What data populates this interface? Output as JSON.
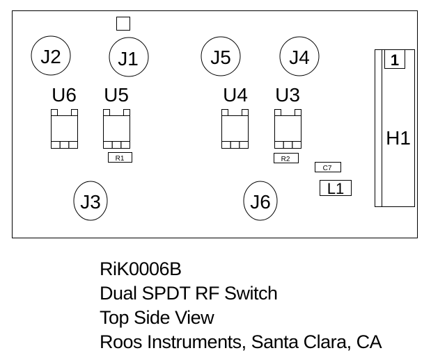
{
  "diagram": {
    "colors": {
      "line": "#000000",
      "background": "#ffffff"
    },
    "connectors": [
      {
        "ref": "J1",
        "label": "J1"
      },
      {
        "ref": "J2",
        "label": "J2"
      },
      {
        "ref": "J3",
        "label": "J3"
      },
      {
        "ref": "J4",
        "label": "J4"
      },
      {
        "ref": "J5",
        "label": "J5"
      },
      {
        "ref": "J6",
        "label": "J6"
      }
    ],
    "ics": [
      {
        "ref": "U6",
        "label": "U6"
      },
      {
        "ref": "U5",
        "label": "U5"
      },
      {
        "ref": "U4",
        "label": "U4"
      },
      {
        "ref": "U3",
        "label": "U3"
      }
    ],
    "passives": [
      {
        "ref": "R1",
        "label": "R1"
      },
      {
        "ref": "R2",
        "label": "R2"
      },
      {
        "ref": "C7",
        "label": "C7"
      },
      {
        "ref": "L1",
        "label": "L1"
      }
    ],
    "header": {
      "ref": "H1",
      "label": "H1",
      "pin1_label": "1"
    }
  },
  "caption": {
    "lines": [
      "RiK0006B",
      "Dual SPDT RF Switch",
      "Top Side View",
      "Roos Instruments, Santa Clara, CA"
    ]
  }
}
